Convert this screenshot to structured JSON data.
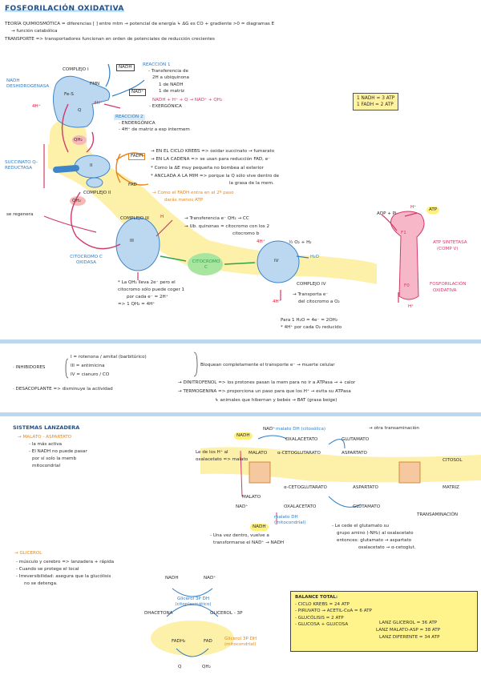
{
  "header": {
    "title": "FOSFORILACIÓN OXIDATIVA",
    "line1": "TEORÍA QUIMIOSMÓTICA = diferencias [ ] entre mtm → potencial de energía  ↳ ΔG es CO + gradiente >0 = diagramas E",
    "line2": "→ función catabólica",
    "line3": "TRANSPORTE => transportadores funcionan en orden de potenciales de reducción crecientes"
  },
  "complex1": {
    "label_nadh_deh": "NADH DESHIDROGENASA",
    "complejo": "COMPLEJO I",
    "fmn": "FMN",
    "fes": "Fe-S",
    "q": "Q",
    "h_left": "4H⁺",
    "h_right": "4H⁺",
    "nadh": "NADH",
    "nad": "NAD⁺",
    "reaccion1": "REACCIÓN 1",
    "r1_l1": "- Transferencia de",
    "r1_l2": "2H a ubiquinona",
    "r1_l3": "1 de NADH",
    "r1_l4": "1 de matriz",
    "eq": "NADH + H⁺ + Q → NAD⁺ + QH₂",
    "exer": "- EXERGÓNICA",
    "reaccion2": "REACCIÓN 2",
    "r2_l1": "- ENDERGÓNICA",
    "r2_l2": "- 4H⁺ de matriz a esp intermem"
  },
  "atp_box": {
    "l1": "1 NADH = 3 ATP",
    "l2": "1 FADH = 2 ATP"
  },
  "complex2": {
    "label": "SUCCINATO Q-REDUCTASA",
    "ii": "II",
    "complejo": "COMPLEJO II",
    "qh2_top": "QH₂",
    "qh2": "QH₂",
    "fadh": "FADH",
    "fad": "FAD",
    "n1": "→ EN EL CICLO KREBS => oxidar succinato → fumarato",
    "n2": "→ EN LA CADENA => se usan para reducción FAD, e⁻",
    "n3": "* Como la ΔE muy pequeña no bombea al exterior",
    "n4": "* ANCLADA A LA MIM => porque la Q sólo vive dentro de",
    "n5": "la grasa de la mem.",
    "fadh_note1": "→ Como el FADH entra en el 2º paso",
    "fadh_note2": "darás menos ATP",
    "se_regenera": "se regenera"
  },
  "complex3": {
    "label": "COMPLEJO III",
    "h": "H",
    "iii": "III",
    "n1": "→ Transferencia e⁻ QH₂ → CC",
    "n2": "→ Ub. quinonas = citocromo con los 2",
    "n3": "citocromo b",
    "cito_label": "CITOCROMO C OXIDASA",
    "note1": "* La QH₂ lleva 2e⁻ pero el",
    "note2": "citocromo sólo puede coger 1",
    "note3": "por cada e⁻ = 2H⁺",
    "note4": "=> 1 QH₂ = 4H⁺"
  },
  "citc": {
    "label": "CITOCROMO C"
  },
  "complex4": {
    "iv": "IV",
    "h4": "4H⁺",
    "o2": "½ O₂ + H₂",
    "h2o": "H₂O",
    "h4b": "4H⁺",
    "complejo": "COMPLEJO IV",
    "n1": "→ Transporta e⁻",
    "n2": "del citocromo a O₂",
    "n3": "Para 1 H₂O = 4e⁻ = 2OH₂",
    "n4": "* 4H⁺ por cada O₂ reducido"
  },
  "atpsynth": {
    "adp": "ADP + Pi",
    "atp": "ATP",
    "h_top": "H⁺",
    "h_bot": "H⁺",
    "f1": "F1",
    "f0": "F0",
    "label1": "ATP SINTETASA",
    "label2": "(COMP V)",
    "fos1": "FOSFORILACIÓN",
    "fos2": "OXIDATIVA"
  },
  "inhibitors": {
    "label": "· INHIBIDORES",
    "i": "I = rotenona / amital (barbitúrico)",
    "iii": "III = antimicina",
    "iv": "IV = cianuro / CO",
    "result": "Bloquean completamente el transporte e⁻ → muerte celular"
  },
  "uncouplers": {
    "label": "· DESACOPLANTE => disminuye la actividad",
    "d1": "→ DINITROFENOL => los protones pasan la mem para no ir a ATPasa → + calor",
    "d2": "→ TERMOGENINA => proporciona un paso para que los H⁺ → evita su ATPasa",
    "d3": "↳ animales que hibernan y bebés → BAT (grasa beige)"
  },
  "shuttle": {
    "title": "SISTEMAS LANZADERA",
    "mal_asp": "→ MALATO - ASPARTATO",
    "m1": "- la más activa",
    "m2": "- El NADH no puede pasar",
    "m3": "por sí solo la memb",
    "m4": "mitocondrial",
    "nadh": "NADH",
    "nad": "NAD⁺",
    "malato_top": "MALATO",
    "malato_note": "malato DH (citosólica)",
    "oxal_top": "OXALACETATO",
    "glutamato_top": "GLUTAMATO",
    "aspartato_top": "ASPARTATO",
    "akg_top": "α-CETOGLUTARATO",
    "trans_top": "→ otra transaminación",
    "citosol": "CITOSOL",
    "matriz": "MATRIZ",
    "left_note1": "Le de los H⁺ al",
    "left_note2": "oxalacetato => malato",
    "malato_bot": "MALATO",
    "akg_bot": "α-CETOGLUTARATO",
    "oxal_bot": "OXALACETATO",
    "asp_bot": "ASPARTATO",
    "glu_bot": "GLUTAMATO",
    "nad_bot": "NAD⁺",
    "nadh_bot": "NADH",
    "malato_dh_mit": "malato DH (mitocondrial)",
    "transam": "TRANSAMINACIÓN",
    "b_note1": "- Una vez dentro, vuelve a",
    "b_note2": "transformarse el NAD⁺ → NADH",
    "r_note1": "- Le cede el glutamato su",
    "r_note2": "grupo amino (-NH₂) al oxalacetato",
    "r_note3": "entonces: glutamato → aspartato",
    "r_note4": "oxalacetato → α-cetoglut."
  },
  "glicerol": {
    "title": "→ GLICEROL",
    "g1": "- músculo y cerebro => lanzadera + rápida",
    "g2": "- Cuando se protege el local",
    "g3": "- Irreversibilidad: asegura que la glucólisis",
    "g4": "no se detenga.",
    "nadh": "NADH",
    "nad": "NAD⁺",
    "g3pdh": "Glicerol 3P DH (citoplasmático)",
    "dhap": "DHACETONA",
    "glicerol3p": "GLICEROL - 3P",
    "fadh2": "FADH₂",
    "fad": "FAD",
    "g3pdh_mit": "Glicerol 3P DH (mitocondrial)",
    "q": "Q",
    "qh2": "QH₂"
  },
  "balance": {
    "title": "BALANCE TOTAL:",
    "l1": "- CICLO KREBS = 24 ATP",
    "l2": "- PIRUVATO → ACETIL-CoA = 6 ATP",
    "l3": "- GLUCÓLISIS = 2 ATP",
    "l4": "- GLUCOSA + GLUCOSA",
    "r1": "LANZ GLICEROL = 36 ATP",
    "r2": "LANZ MALATO-ASP = 38 ATP",
    "r3": "LANZ DIFERENTE = 34 ATP"
  },
  "colors": {
    "membrane": "#fdf0a8",
    "complex": "#bcd8f0",
    "complex_stroke": "#3e86c9",
    "pink": "#d23a6a",
    "green": "#9ee49a",
    "orange": "#e8851c"
  }
}
